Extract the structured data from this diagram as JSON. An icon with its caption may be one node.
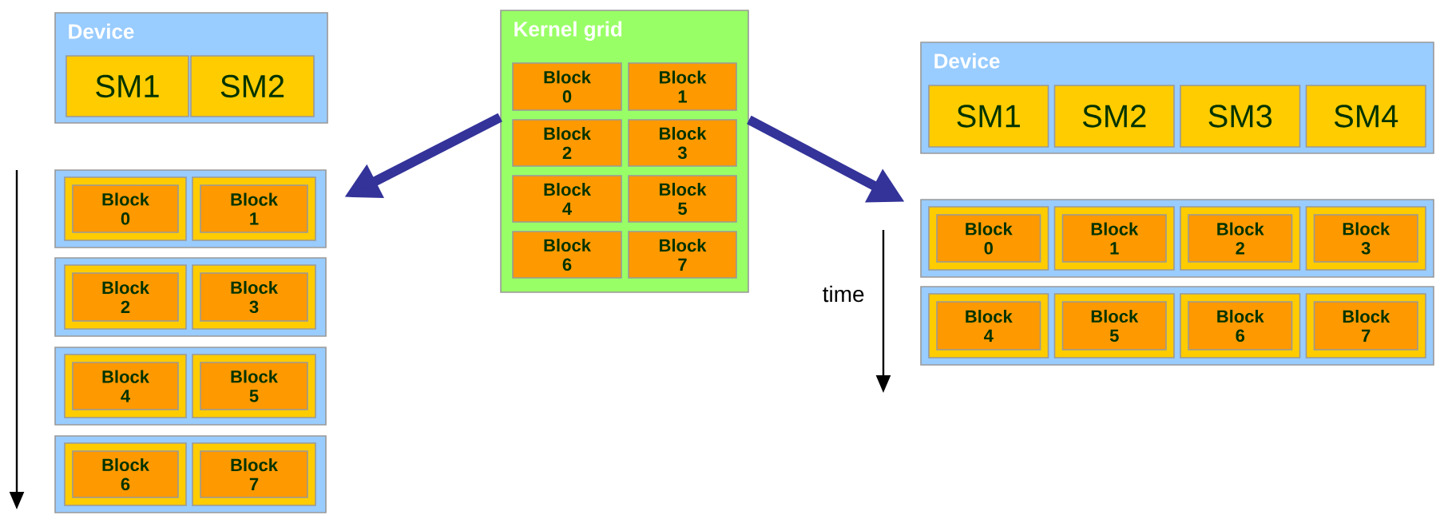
{
  "diagram": {
    "nodes": [
      {
        "text": [
          "Device"
        ]
      },
      {
        "text": [
          "SM1"
        ],
        "in": 0
      },
      {
        "text": [
          "SM2"
        ],
        "in": 0
      },
      {
        "text": [
          "Kernel grid"
        ]
      },
      {
        "text": [
          "Block 0"
        ],
        "in": 3
      },
      {
        "text": [
          "Block 1"
        ],
        "in": 3
      },
      {
        "text": [
          "Block 2"
        ],
        "in": 3
      },
      {
        "text": [
          "Block 3"
        ],
        "in": 3
      },
      {
        "text": [
          "Block 4"
        ],
        "in": 3
      },
      {
        "text": [
          "Block 5"
        ],
        "in": 3
      },
      {
        "text": [
          "Block 6"
        ],
        "in": 3
      },
      {
        "text": [
          "Block 7"
        ],
        "in": 3
      },
      {
        "text": [
          "Device"
        ]
      },
      {
        "text": [
          "SM1"
        ],
        "in": 12
      },
      {
        "text": [
          "SM2"
        ],
        "in": 12
      },
      {
        "text": [
          "SM3"
        ],
        "in": 12
      },
      {
        "text": [
          "SM4"
        ],
        "in": 12
      },
      {
        "text": [],
        "shape": "box"
      },
      {
        "text": [],
        "shape": "box",
        "in": 17
      },
      {
        "text": [
          "Block 0"
        ],
        "in": 18
      },
      {
        "text": [],
        "shape": "box",
        "in": 17
      },
      {
        "text": [
          "Block 1"
        ],
        "in": 20
      },
      {
        "text": [],
        "shape": "box"
      },
      {
        "text": [],
        "shape": "box",
        "in": 22
      },
      {
        "text": [
          "Block 2"
        ],
        "in": 23
      },
      {
        "text": [],
        "shape": "box",
        "in": 22
      },
      {
        "text": [
          "Block 3"
        ],
        "in": 25
      },
      {
        "text": [],
        "shape": "box"
      },
      {
        "text": [],
        "shape": "box",
        "in": 27
      },
      {
        "text": [
          "Block 4"
        ],
        "in": 28
      },
      {
        "text": [],
        "shape": "box",
        "in": 27
      },
      {
        "text": [
          "Block 5"
        ],
        "in": 30
      },
      {
        "text": [],
        "shape": "box"
      },
      {
        "text": [],
        "shape": "box",
        "in": 32
      },
      {
        "text": [
          "Block 6"
        ],
        "in": 33
      },
      {
        "text": [],
        "shape": "box",
        "in": 32
      },
      {
        "text": [
          "Block 7"
        ],
        "in": 35
      },
      {
        "text": [],
        "shape": "box"
      },
      {
        "text": [],
        "shape": "box",
        "in": 37
      },
      {
        "text": [
          "Block 0"
        ],
        "in": 38
      },
      {
        "text": [],
        "shape": "box",
        "in": 37
      },
      {
        "text": [
          "Block 1"
        ],
        "in": 40
      },
      {
        "text": [],
        "shape": "box",
        "in": 37
      },
      {
        "text": [
          "Block 2"
        ],
        "in": 42
      },
      {
        "text": [],
        "shape": "box",
        "in": 37
      },
      {
        "text": [
          "Block 3"
        ],
        "in": 44
      },
      {
        "text": [],
        "shape": "box"
      },
      {
        "text": [],
        "shape": "box",
        "in": 46
      },
      {
        "text": [
          "Block 4"
        ],
        "in": 47
      },
      {
        "text": [],
        "shape": "box",
        "in": 46
      },
      {
        "text": [
          "Block 5"
        ],
        "in": 49
      },
      {
        "text": [],
        "shape": "box",
        "in": 46
      },
      {
        "text": [
          "Block 6"
        ],
        "in": 51
      },
      {
        "text": [],
        "shape": "box",
        "in": 46
      },
      {
        "text": [
          "Block 7"
        ],
        "in": 53
      }
    ],
    "edges": [
      {
        "from": 3,
        "to": null,
        "arrow": "to"
      },
      {
        "from": 3,
        "to": null,
        "arrow": "to"
      }
    ],
    "labels": [
      "time"
    ]
  }
}
